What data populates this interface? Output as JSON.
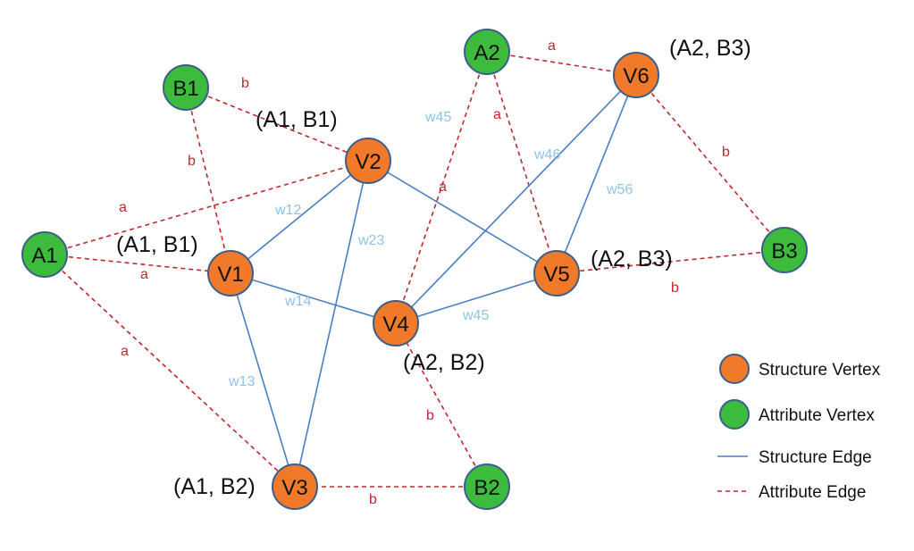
{
  "colors": {
    "structure_vertex": "#f07a2a",
    "attribute_vertex": "#3dbb3d",
    "structure_edge": "#4a7fc1",
    "attribute_edge": "#c0282d",
    "weight_label": "#8ec3ea"
  },
  "vertices": {
    "V1": "V1",
    "V2": "V2",
    "V3": "V3",
    "V4": "V4",
    "V5": "V5",
    "V6": "V6",
    "A1": "A1",
    "A2": "A2",
    "B1": "B1",
    "B2": "B2",
    "B3": "B3"
  },
  "tuples": {
    "V1": "(A1, B1)",
    "V2": "(A1, B1)",
    "V3": "(A1, B2)",
    "V4": "(A2, B2)",
    "V5": "(A2, B3)",
    "V6": "(A2, B3)"
  },
  "structure_edges": {
    "V1V2": "w12",
    "V1V3": "w13",
    "V1V4": "w14",
    "V2V3": "w23",
    "V2V5": "",
    "V4V5": "w45",
    "V4V6": "w46",
    "V5V6": "w56"
  },
  "attribute_edges": {
    "A1V1": "a",
    "A1V2": "a",
    "A1V3": "a",
    "B1V1": "b",
    "B1V2": "b",
    "A2V4": "w45",
    "A2V4_a": "a",
    "A2V5": "a",
    "A2V6": "a",
    "B3V6": "b",
    "B3V5": "b",
    "B2V4": "b",
    "B2V3": "b"
  },
  "legend": {
    "structure_vertex": "Structure Vertex",
    "attribute_vertex": "Attribute Vertex",
    "structure_edge": "Structure Edge",
    "attribute_edge": "Attribute Edge"
  }
}
